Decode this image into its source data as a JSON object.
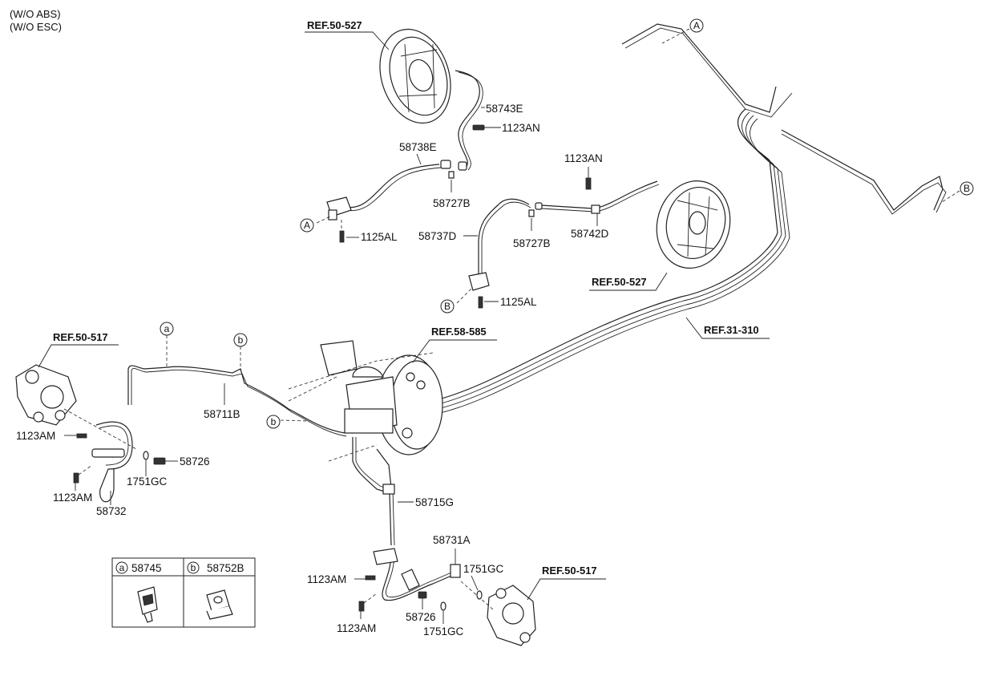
{
  "notes": [
    "(W/O ABS)",
    "(W/O ESC)"
  ],
  "refs": {
    "rear_drum_left": "REF.50-527",
    "rear_drum_right": "REF.50-527",
    "front_caliper_left": "REF.50-517",
    "front_caliper_right": "REF.50-517",
    "master_cylinder": "REF.58-585",
    "pedal_line": "REF.31-310"
  },
  "parts": {
    "p58743E": "58743E",
    "p1123AN_top": "1123AN",
    "p58738E": "58738E",
    "p58727B_left": "58727B",
    "p1125AL_left": "1125AL",
    "p1123AN_right": "1123AN",
    "p58737D": "58737D",
    "p58727B_right": "58727B",
    "p58742D": "58742D",
    "p1125AL_right": "1125AL",
    "p58711B": "58711B",
    "p1123AM_l1": "1123AM",
    "p58726_left": "58726",
    "p1751GC_left": "1751GC",
    "p1123AM_l2": "1123AM",
    "p58732": "58732",
    "p58715G": "58715G",
    "p58731A": "58731A",
    "p1123AM_r1": "1123AM",
    "p1751GC_r1": "1751GC",
    "p1123AM_r2": "1123AM",
    "p58726_right": "58726",
    "p1751GC_r2": "1751GC"
  },
  "markers": {
    "A": "A",
    "B": "B",
    "a": "a",
    "b": "b"
  },
  "legend": {
    "a_letter": "a",
    "a_part": "58745",
    "b_letter": "b",
    "b_part": "58752B"
  }
}
